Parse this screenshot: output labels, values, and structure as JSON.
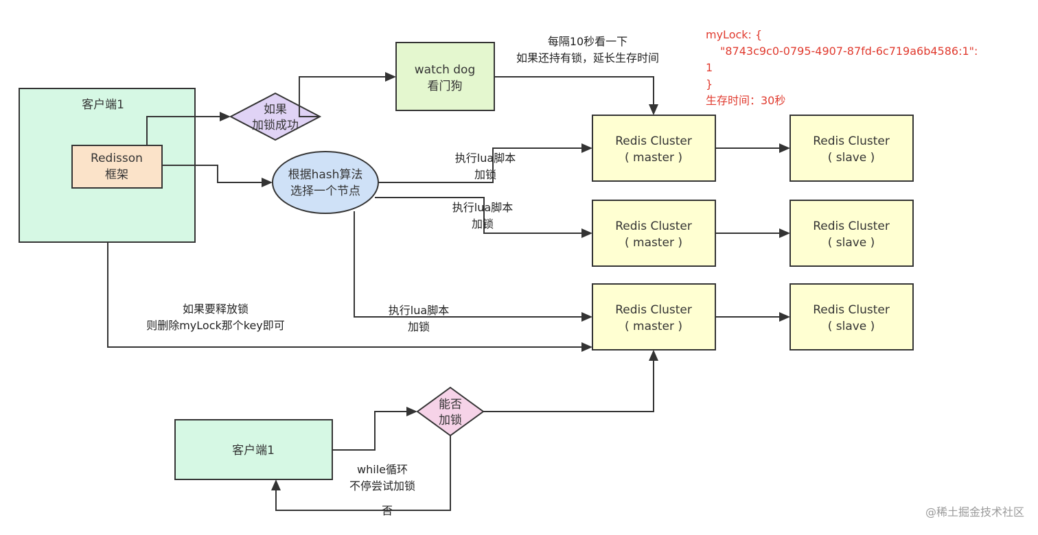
{
  "colors": {
    "client_fill": "#d6f8e4",
    "framework_fill": "#fbe3c9",
    "watchdog_fill": "#e4f7cf",
    "decision_success_fill": "#e0d3f5",
    "selector_fill": "#cfe1f7",
    "redis_fill": "#ffffd2",
    "decision_lock_fill": "#f6d3e8",
    "line": "#333333",
    "note_red": "#e03a2e",
    "watermark": "#9a9a9a"
  },
  "nodes": {
    "client1_top": {
      "label": "客户端1"
    },
    "redisson": {
      "line1": "Redisson",
      "line2": "框架"
    },
    "decision_success": {
      "line1": "如果",
      "line2": "加锁成功"
    },
    "watchdog": {
      "line1": "watch dog",
      "line2": "看门狗"
    },
    "hash_selector": {
      "line1": "根据hash算法",
      "line2": "选择一个节点"
    },
    "master1": {
      "line1": "Redis Cluster",
      "line2": "( master )"
    },
    "master2": {
      "line1": "Redis Cluster",
      "line2": "( master )"
    },
    "master3": {
      "line1": "Redis Cluster",
      "line2": "( master )"
    },
    "slave1": {
      "line1": "Redis Cluster",
      "line2": "( slave )"
    },
    "slave2": {
      "line1": "Redis Cluster",
      "line2": "( slave )"
    },
    "slave3": {
      "line1": "Redis Cluster",
      "line2": "( slave )"
    },
    "client1_bottom": {
      "label": "客户端1"
    },
    "decision_lock": {
      "line1": "能否",
      "line2": "加锁"
    }
  },
  "edges": {
    "watchdog_note": {
      "line1": "每隔10秒看一下",
      "line2": "如果还持有锁，延长生存时间"
    },
    "lua1": {
      "line1": "执行lua脚本",
      "line2": "加锁"
    },
    "lua2": {
      "line1": "执行lua脚本",
      "line2": "加锁"
    },
    "lua3": {
      "line1": "执行lua脚本",
      "line2": "加锁"
    },
    "release": {
      "line1": "如果要释放锁",
      "line2": "则删除myLock那个key即可"
    },
    "loop": {
      "line1": "while循环",
      "line2": "不停尝试加锁"
    },
    "no": {
      "label": "否"
    }
  },
  "lock_note": {
    "line1": "myLock: {",
    "line2": "\"8743c9c0-0795-4907-87fd-6c719a6b4586:1\":",
    "line3": "1",
    "line4": "}",
    "line5": "生存时间：30秒"
  },
  "watermark": "@稀土掘金技术社区"
}
